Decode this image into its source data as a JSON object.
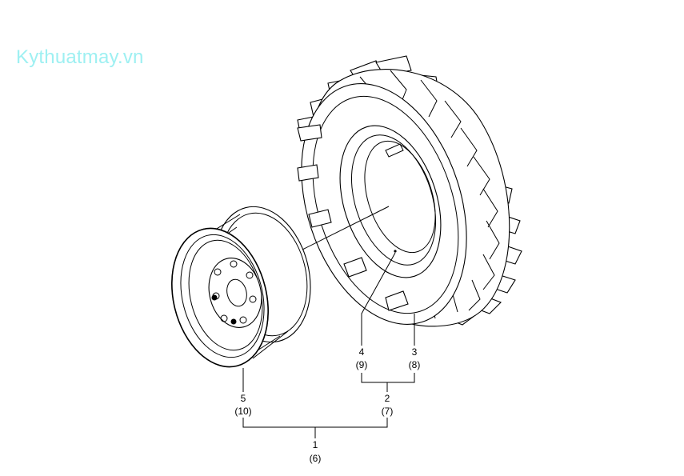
{
  "watermark": {
    "text": "Kythuatmay.vn"
  },
  "callouts": [
    {
      "id": "part-1",
      "num": "1",
      "qty": "(6)"
    },
    {
      "id": "part-2",
      "num": "2",
      "qty": "(7)"
    },
    {
      "id": "part-3",
      "num": "3",
      "qty": "(8)"
    },
    {
      "id": "part-4",
      "num": "4",
      "qty": "(9)"
    },
    {
      "id": "part-5",
      "num": "5",
      "qty": "(10)"
    }
  ]
}
